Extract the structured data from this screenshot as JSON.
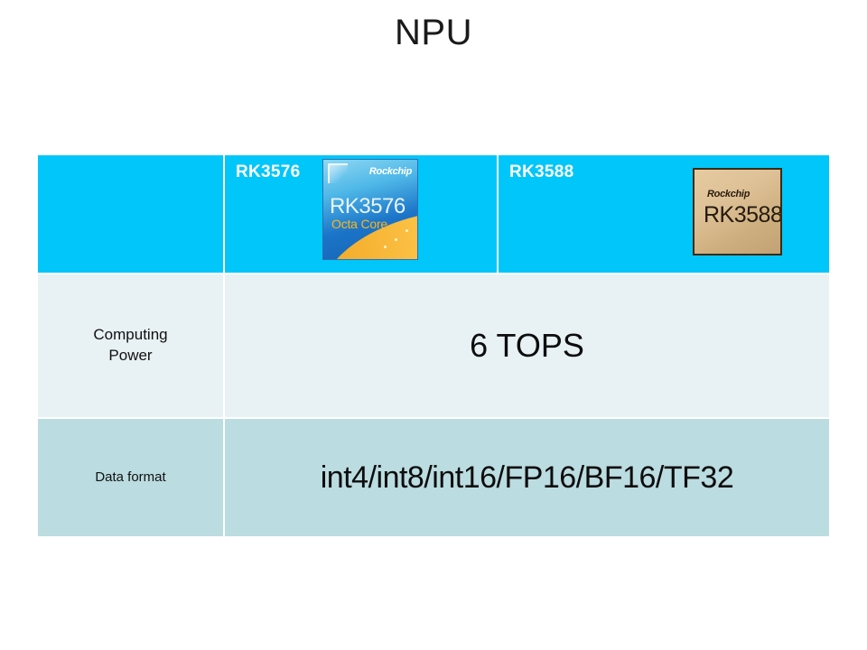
{
  "slide": {
    "title": "NPU",
    "background_color": "#FFFFFF"
  },
  "colors": {
    "header_cyan": "#00C6FA",
    "row_light": "#E8F1F3",
    "row_tint": "#BBDCE0",
    "header_text": "#FFFFFF",
    "body_text": "#111111",
    "chip3576_accent": "#FFB519",
    "chip3588_body": "#DEC197"
  },
  "table": {
    "header": {
      "label_cell": "",
      "columns": [
        {
          "name": "RK3576",
          "chip": {
            "brand": "Rockchip",
            "model": "RK3576",
            "subtitle": "Octa Core"
          }
        },
        {
          "name": "RK3588",
          "chip": {
            "brand": "Rockchip",
            "model": "RK3588"
          }
        }
      ]
    },
    "rows": [
      {
        "label": "Computing\nPower",
        "label_line1": "Computing",
        "label_line2": "Power",
        "value": "6 TOPS",
        "spans_columns": 2
      },
      {
        "label": "Data format",
        "value": "int4/int8/int16/FP16/BF16/TF32",
        "spans_columns": 2
      }
    ]
  }
}
